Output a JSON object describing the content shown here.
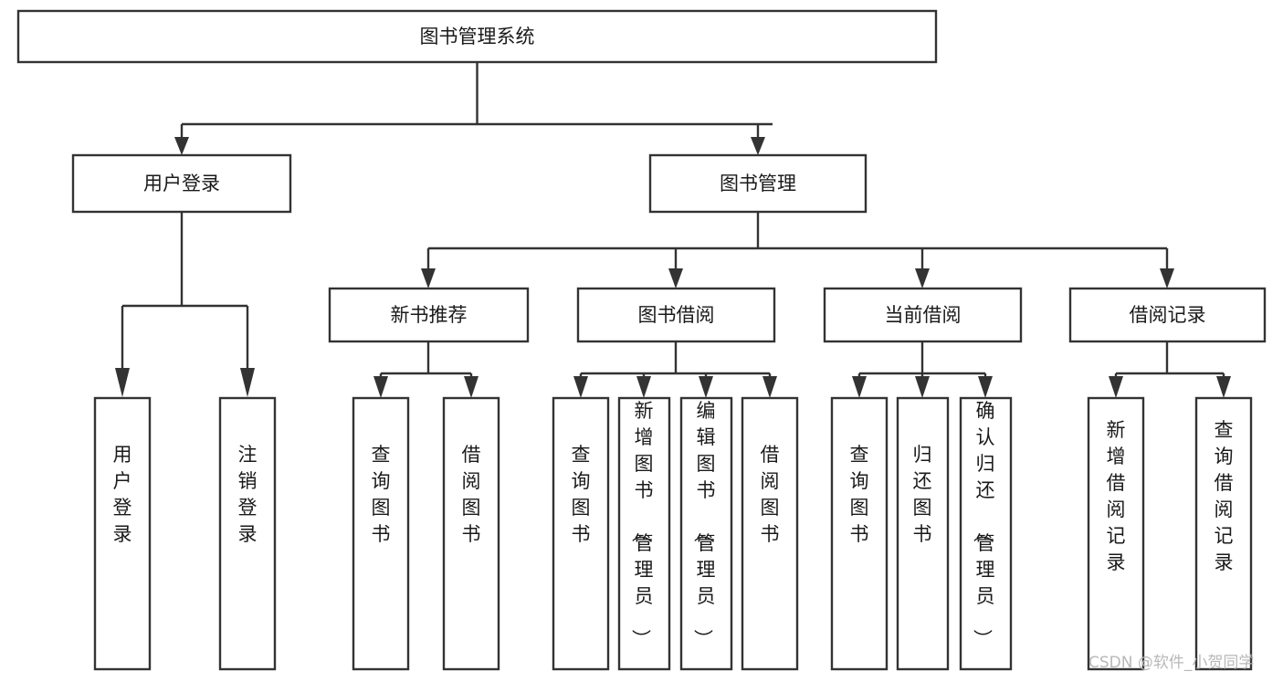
{
  "diagram": {
    "title": "图书管理系统",
    "type": "tree",
    "watermark": "CSDN @软件_小贺同学",
    "colors": {
      "stroke": "#333333",
      "fill": "#ffffff",
      "text": "#1a1a1a",
      "watermark": "#b8b8b8"
    },
    "root": {
      "label": "图书管理系统",
      "orientation": "horizontal"
    },
    "level2": [
      {
        "label": "用户登录",
        "orientation": "horizontal"
      },
      {
        "label": "图书管理",
        "orientation": "horizontal"
      }
    ],
    "level3": [
      {
        "label": "新书推荐",
        "orientation": "horizontal",
        "parent": "图书管理"
      },
      {
        "label": "图书借阅",
        "orientation": "horizontal",
        "parent": "图书管理"
      },
      {
        "label": "当前借阅",
        "orientation": "horizontal",
        "parent": "图书管理"
      },
      {
        "label": "借阅记录",
        "orientation": "horizontal",
        "parent": "图书管理"
      }
    ],
    "leaves": {
      "user_login": [
        {
          "label": "用户登录",
          "orientation": "vertical"
        },
        {
          "label": "注销登录",
          "orientation": "vertical"
        }
      ],
      "new_book_recommend": [
        {
          "label": "查询图书",
          "orientation": "vertical"
        },
        {
          "label": "借阅图书",
          "orientation": "vertical"
        }
      ],
      "book_borrow": [
        {
          "label": "查询图书",
          "orientation": "vertical"
        },
        {
          "label": "新增图书（管理员）",
          "orientation": "vertical"
        },
        {
          "label": "编辑图书（管理员）",
          "orientation": "vertical"
        },
        {
          "label": "借阅图书",
          "orientation": "vertical"
        }
      ],
      "current_borrow": [
        {
          "label": "查询图书",
          "orientation": "vertical"
        },
        {
          "label": "归还图书",
          "orientation": "vertical"
        },
        {
          "label": "确认归还（管理员）",
          "orientation": "vertical"
        }
      ],
      "borrow_record": [
        {
          "label": "新增借阅记录",
          "orientation": "vertical"
        },
        {
          "label": "查询借阅记录",
          "orientation": "vertical"
        }
      ]
    }
  }
}
